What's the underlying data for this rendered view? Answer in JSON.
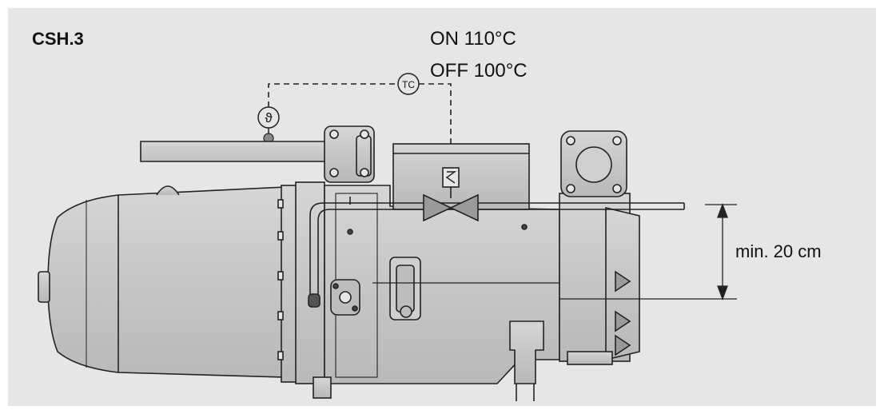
{
  "model_label": "CSH.3",
  "thermostat": {
    "on_label": "ON 110°C",
    "off_label": "OFF 100°C"
  },
  "symbols": {
    "controller": "TC",
    "temperature_sensor": "ϑ"
  },
  "dimension": {
    "label": "min. 20 cm"
  },
  "colors": {
    "background": "#e6e6e6",
    "body_fill": "#c9c9c9",
    "outline": "#222222",
    "valve_fill": "#9a9a9a"
  }
}
